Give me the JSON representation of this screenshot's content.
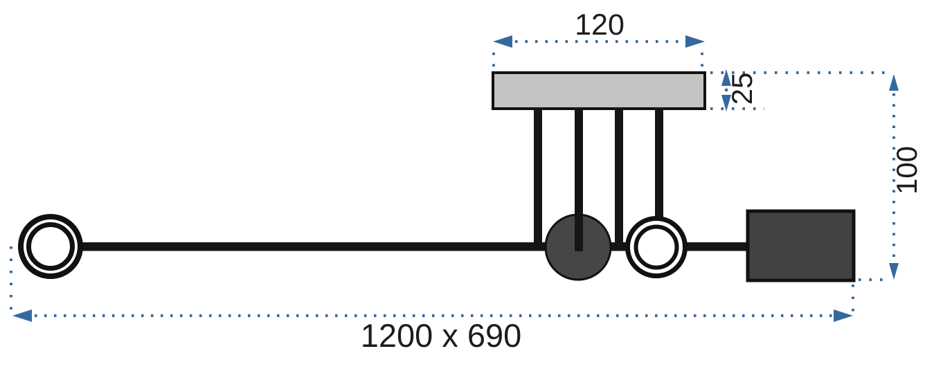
{
  "diagram": {
    "type": "product-dimension-drawing",
    "subject": "ceiling-lamp-side-view",
    "dimensions": {
      "canopy_width": "120",
      "canopy_height": "25",
      "drop_height": "100",
      "overall_size": "1200 x 690"
    },
    "colors": {
      "dimension_blue": "#35699e",
      "fixture_black": "#151515",
      "outline_black": "#111111",
      "canopy_gray": "#c3c3c3",
      "shade_dark_gray": "#464646",
      "box_dark_gray": "#424242",
      "label_text": "#1c1c1c",
      "background": "#ffffff"
    }
  }
}
